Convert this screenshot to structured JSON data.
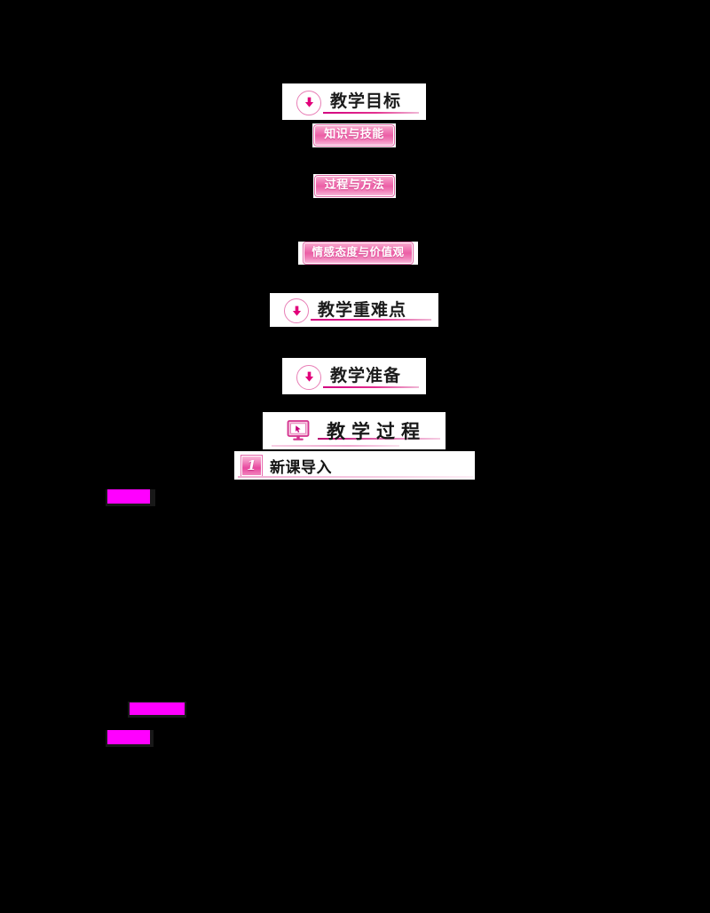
{
  "document": {
    "title": "教案",
    "background_color": "#000000",
    "panel_color": "#ffffff",
    "accent_color": "#e8489f",
    "accent_dark": "#d2007f",
    "redaction_color": "#ff00ff"
  },
  "sections": [
    {
      "id": "teaching-objectives",
      "icon": "down-arrow-circle-icon",
      "title": "教学目标"
    },
    {
      "id": "teaching-key-points",
      "icon": "down-arrow-circle-icon",
      "title": "教学重难点"
    },
    {
      "id": "teaching-preparation",
      "icon": "down-arrow-circle-icon",
      "title": "教学准备"
    },
    {
      "id": "teaching-process",
      "icon": "monitor-cursor-icon",
      "title": "教学过程"
    }
  ],
  "objective_badges": [
    {
      "id": "knowledge-and-skills",
      "label": "知识与技能"
    },
    {
      "id": "process-and-method",
      "label": "过程与方法"
    },
    {
      "id": "emotion-attitude-values",
      "label": "情感态度与价值观"
    }
  ],
  "steps": [
    {
      "number": "1",
      "label": "新课导入"
    }
  ],
  "redacted_blocks": [
    {
      "id": "redacted-block-1",
      "label": ""
    },
    {
      "id": "redacted-block-2",
      "label": ""
    },
    {
      "id": "redacted-block-3",
      "label": ""
    }
  ]
}
